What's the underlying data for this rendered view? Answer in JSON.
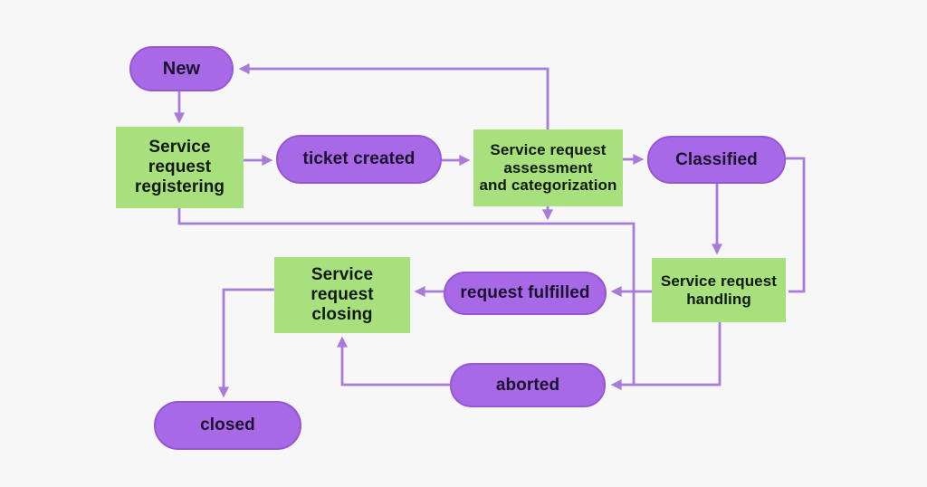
{
  "diagram": {
    "kind": "flowchart",
    "subject": "Service request lifecycle states"
  },
  "colors": {
    "background": "#f7f7f8",
    "pill_fill": "#a869e6",
    "pill_border": "#9756d4",
    "box_fill": "#a9e07e",
    "edge": "#a77dd9",
    "pill_text": "#1c1230",
    "box_text": "#101a0c"
  },
  "nodes": {
    "new": {
      "type": "state-pill",
      "label": "New"
    },
    "registering": {
      "type": "activity-box",
      "label": "Service request registering",
      "lines": [
        "Service",
        "request",
        "registering"
      ]
    },
    "ticket_created": {
      "type": "state-pill",
      "label": "ticket created"
    },
    "assessment": {
      "type": "activity-box",
      "label": "Service request assessment and categorization",
      "lines": [
        "Service request",
        "assessment",
        "and categorization"
      ]
    },
    "classified": {
      "type": "state-pill",
      "label": "Classified"
    },
    "handling": {
      "type": "activity-box",
      "label": "Service request handling",
      "lines": [
        "Service request",
        "handling"
      ]
    },
    "request_fulfilled": {
      "type": "state-pill",
      "label": "request fulfilled"
    },
    "closing": {
      "type": "activity-box",
      "label": "Service request closing",
      "lines": [
        "Service",
        "request",
        "closing"
      ]
    },
    "aborted": {
      "type": "state-pill",
      "label": "aborted"
    },
    "closed": {
      "type": "state-pill",
      "label": "closed"
    }
  },
  "edges": [
    {
      "from": "new",
      "to": "registering",
      "arrow": true
    },
    {
      "from": "registering",
      "to": "ticket_created",
      "arrow": true
    },
    {
      "from": "ticket_created",
      "to": "assessment",
      "arrow": true
    },
    {
      "from": "assessment",
      "to": "new",
      "arrow": true
    },
    {
      "from": "assessment",
      "to": "classified",
      "arrow": true
    },
    {
      "from": "classified",
      "to": "handling",
      "arrow": true,
      "via": "bottom"
    },
    {
      "from": "classified",
      "to": "handling",
      "arrow": false,
      "via": "right-side connector"
    },
    {
      "from": "assessment",
      "to": "aborted",
      "arrow": true,
      "via": "joins registering path"
    },
    {
      "from": "registering",
      "to": "aborted",
      "arrow": true,
      "via": "bottom rail"
    },
    {
      "from": "handling",
      "to": "request_fulfilled",
      "arrow": true
    },
    {
      "from": "request_fulfilled",
      "to": "closing",
      "arrow": true
    },
    {
      "from": "handling",
      "to": "aborted",
      "arrow": true
    },
    {
      "from": "aborted",
      "to": "closing",
      "arrow": true
    },
    {
      "from": "closing",
      "to": "closed",
      "arrow": true
    }
  ]
}
